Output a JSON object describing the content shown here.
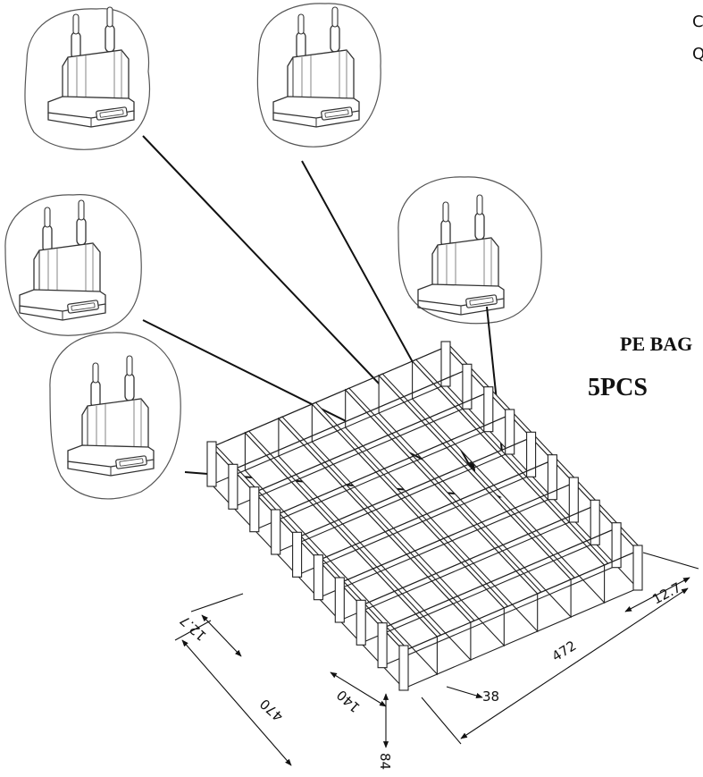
{
  "labels": {
    "corner_line1": "C",
    "corner_line2": "Q",
    "bag": "PE BAG",
    "count": "5PCS"
  },
  "dimensions": {
    "width_right": "12.7",
    "length": "472",
    "width_left": "12.7",
    "depth": "470",
    "pitch": "140",
    "cell": "38",
    "height": "84"
  },
  "colors": {
    "line": "#111111",
    "bubble": "#555555"
  },
  "icons": [
    "eu-plug-adapter-icon"
  ]
}
